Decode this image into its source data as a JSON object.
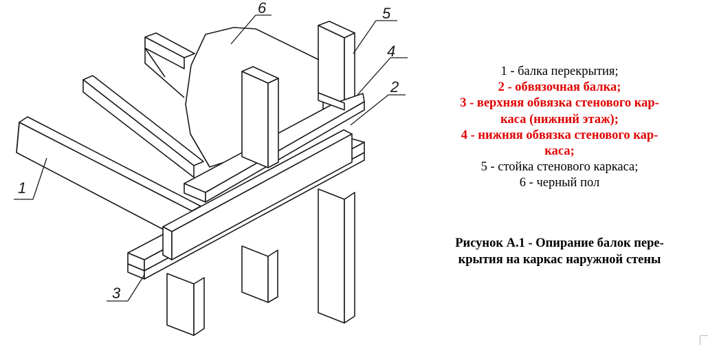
{
  "labels": {
    "n1": "1",
    "n2": "2",
    "n3": "3",
    "n4": "4",
    "n5": "5",
    "n6": "6"
  },
  "legend": {
    "line1": "1 - балка перекрытия;",
    "line2": "2 - обвязочная балка;",
    "line3a": "3 - верхняя обвязка стенового кар-",
    "line3b": "каса (нижний этаж);",
    "line4a": "4 - нижняя обвязка стенового кар-",
    "line4b": "каса;",
    "line5": "5 - стойка стенового каркаса;",
    "line6": "6 - черный пол"
  },
  "caption": {
    "line1": "Рисунок А.1 - Опирание балок пере-",
    "line2": "крытия на каркас наружной стены"
  },
  "colors": {
    "highlight": "#e00000",
    "ink": "#1a1a1a"
  }
}
